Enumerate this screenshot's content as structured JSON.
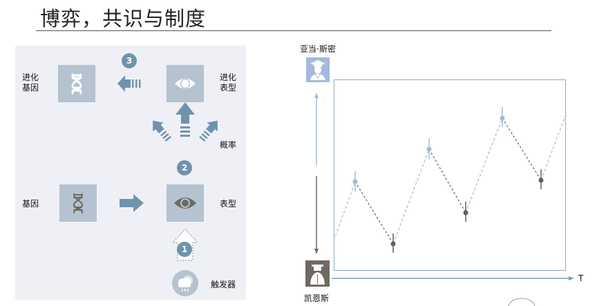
{
  "slide": {
    "title": "博弈，共识与制度"
  },
  "diagram": {
    "labels": {
      "evolved_gene": "进化\n基因",
      "evolved_gene_line1": "进化",
      "evolved_gene_line2": "基因",
      "evolved_phenotype_line1": "进化",
      "evolved_phenotype_line2": "表型",
      "probability": "概率",
      "gene": "基因",
      "phenotype": "表型",
      "trigger": "触发器"
    },
    "steps": [
      "1",
      "2",
      "3"
    ],
    "colors": {
      "panel_bg": "#eff0f5",
      "tile_bg": "#b5c2cf",
      "arrow": "#6f93ab",
      "dark_icon": "#6e6a62"
    }
  },
  "chart": {
    "top_label": "亚当·斯密",
    "bottom_label": "凯恩斯",
    "x_axis_label": "T",
    "colors": {
      "smith": "#a3b9dc",
      "keynes": "#5f5d57",
      "frame": "#8fa8bd"
    }
  },
  "chart_data": {
    "type": "line",
    "title": "",
    "xlabel": "T",
    "ylabel": "",
    "x": [
      0,
      1,
      2,
      3,
      4,
      5,
      6,
      7
    ],
    "series": [
      {
        "name": "zigzag path",
        "values": [
          16,
          47,
          14,
          64,
          30,
          80,
          47,
          81
        ]
      }
    ],
    "points": [
      {
        "x": 1,
        "y": 47,
        "type": "亚当·斯密 peak"
      },
      {
        "x": 2,
        "y": 14,
        "type": "凯恩斯 trough"
      },
      {
        "x": 3,
        "y": 64,
        "type": "亚当·斯密 peak"
      },
      {
        "x": 4,
        "y": 30,
        "type": "凯恩斯 trough"
      },
      {
        "x": 5,
        "y": 80,
        "type": "亚当·斯密 peak"
      },
      {
        "x": 6,
        "y": 47,
        "type": "凯恩斯 trough"
      }
    ],
    "legend": [
      "亚当·斯密",
      "凯恩斯"
    ],
    "ylim": [
      0,
      100
    ],
    "grid": false,
    "notes": "Rising segments dashed light blue (toward 亚当·斯密), falling segments dashed dark gray (toward 凯恩斯); no numeric ticks shown"
  }
}
